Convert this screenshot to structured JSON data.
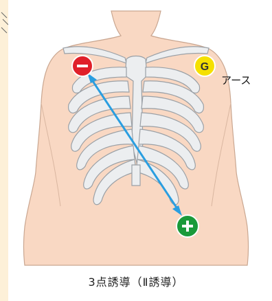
{
  "caption": "3点誘導（Ⅱ誘導）",
  "ground_label": "アース",
  "electrodes": {
    "negative": {
      "symbol": "−",
      "color": "#e0202a"
    },
    "ground": {
      "symbol": "G",
      "color": "#f5e000"
    },
    "positive": {
      "symbol": "+",
      "color": "#1a9a3a"
    }
  },
  "colors": {
    "skin": "#f9d8c3",
    "skin_outline": "#c9a690",
    "bone": "#eceef0",
    "bone_outline": "#9aa0a6",
    "lead_arrow": "#2a9ee0",
    "background": "#ffffff",
    "frame": "#f6d4ea"
  },
  "icons": [
    "torso-illustration",
    "rib-cage-illustration",
    "lead-arrow-icon"
  ]
}
